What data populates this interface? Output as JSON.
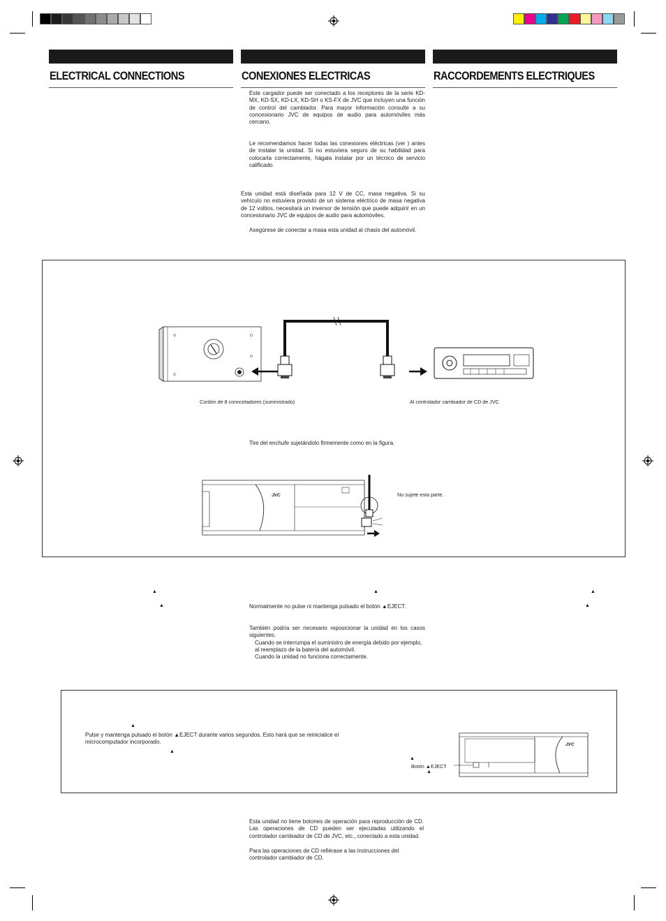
{
  "headers": {
    "english": "ELECTRICAL CONNECTIONS",
    "spanish": "CONEXIONES ELECTRICAS",
    "french": "RACCORDEMENTS ELECTRIQUES"
  },
  "spanish_column": {
    "para1": "Este cargador puede ser conectado a los receptores de la serie KD-MX, KD-SX, KD-LX, KD-SH o KS-FX de JVC que incluyen una función de control del cambiador. Para mayor información consulte a su concesionario JVC de equipos de audio para automóviles más cercano.",
    "para2": "Le recomendamos hacer todas las conexiones eléctricas (ver ) antes de instalar la unidad. Si no estuviera seguro de su habilidad para colocarla correctamente, hágala instalar por un técnico de servicio calificado.",
    "para3": "Esta unidad está diseñada para 12 V de CC, masa negativa. Si su vehículo no estuviera provisto de un sistema eléctrico de masa negativa de 12 voltios, necesitará un inversor de tensión que puede adquirir en un concesionario JVC de equipos de audio para automóviles.",
    "para4": "Asegúrese de conectar a masa esta unidad al chasis del automóvil."
  },
  "diagram": {
    "cord_label": "Cordón de 8 conncetadores (suministrado)",
    "controller_label": "Al controlador cambiador de CD de JVC",
    "pull_instruction": "Tire del enchufe sujetándolo firmemente como en la figura.",
    "no_hold_label": "No sujete esta parte.",
    "brand": "JVC"
  },
  "reset_section": {
    "normal_note": "Normalmente no pulse ni mantenga pulsado el botón ▲EJECT.",
    "reposition_intro": "También podría ser necesario reposicionar la unidad en los casos siguientes.",
    "case1": "Cuando se interrumpa el suministro de energía debido por ejemplo, al reemplazo de la batería del automóvil.",
    "case2": "Cuando la unidad no funciona correctamente."
  },
  "reset_box": {
    "instruction": "Pulse y mantenga pulsado el botón ▲EJECT durante varios segundos. Esto hará que se reinicialice el microcomputador incorporado.",
    "eject_label": "Botón ▲EJECT",
    "brand": "JVC"
  },
  "cd_operations": {
    "para1": "Esta unidad no tiene botones de operación para reproducción de CD. Las operaciones de CD pueden ser ejecutadas utilizando el controlador cambiador de CD de JVC, etc., conectado a esta unidad.",
    "para2": "Para las operaciones de CD refiérase a las instrucciones del controlador cambiador de CD."
  },
  "symbols": {
    "eject_triangle": "▲"
  },
  "colors": {
    "gray_bar": [
      "#000000",
      "#1c1c1c",
      "#383838",
      "#555555",
      "#717171",
      "#8d8d8d",
      "#aaaaaa",
      "#c6c6c6",
      "#e2e2e2",
      "#ffffff"
    ],
    "color_bar": [
      "#fff200",
      "#ec008c",
      "#00aeef",
      "#2e3192",
      "#00a651",
      "#ed1c24",
      "#fff799",
      "#f49ac1",
      "#8ad8f2",
      "#999999"
    ]
  }
}
